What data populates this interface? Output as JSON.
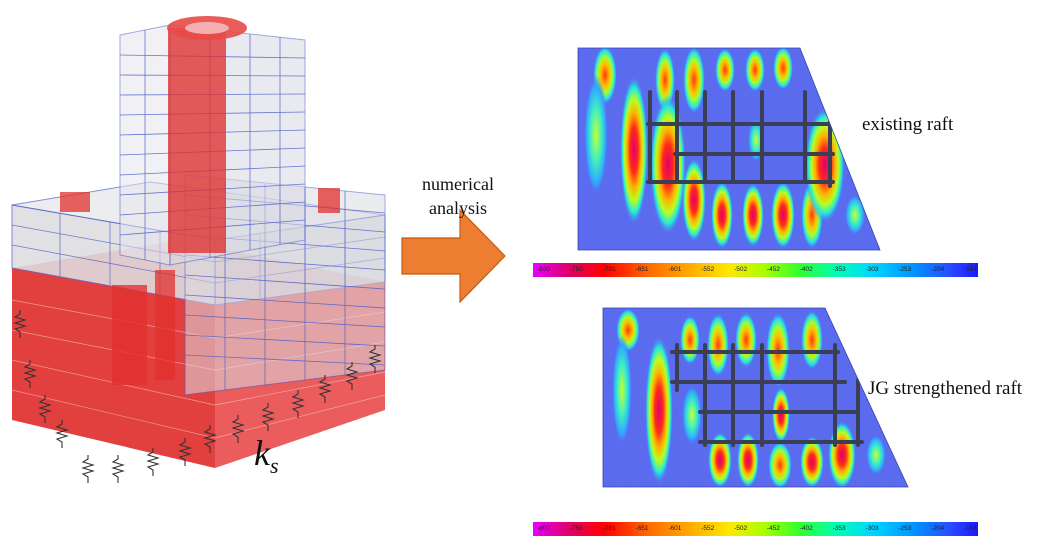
{
  "labels": {
    "numerical_analysis_line1": "numerical",
    "numerical_analysis_line2": "analysis",
    "existing_raft": "existing raft",
    "jg_raft": "JG strengthened raft",
    "ks_symbol": "k",
    "ks_subscript": "s"
  },
  "colorbar": {
    "ticks": [
      "-800",
      "-750",
      "-701",
      "-651",
      "-601",
      "-552",
      "-502",
      "-452",
      "-402",
      "-353",
      "-303",
      "-253",
      "-204",
      "-154"
    ],
    "colors": [
      "#e400ff",
      "#e0006a",
      "#ff0000",
      "#ff5a00",
      "#ff9a00",
      "#ffd800",
      "#c8ff00",
      "#6aff00",
      "#00ff40",
      "#00ffc0",
      "#00c8ff",
      "#0088ff",
      "#2040ff",
      "#1a1aff"
    ]
  },
  "colors": {
    "building_red": "#e0302e",
    "frame_blue": "#5060c8",
    "arrow_fill": "#ed7d31",
    "arrow_stroke": "#c55a11",
    "raft_background": "#5a6bf0",
    "beam": "#3a3f55"
  }
}
